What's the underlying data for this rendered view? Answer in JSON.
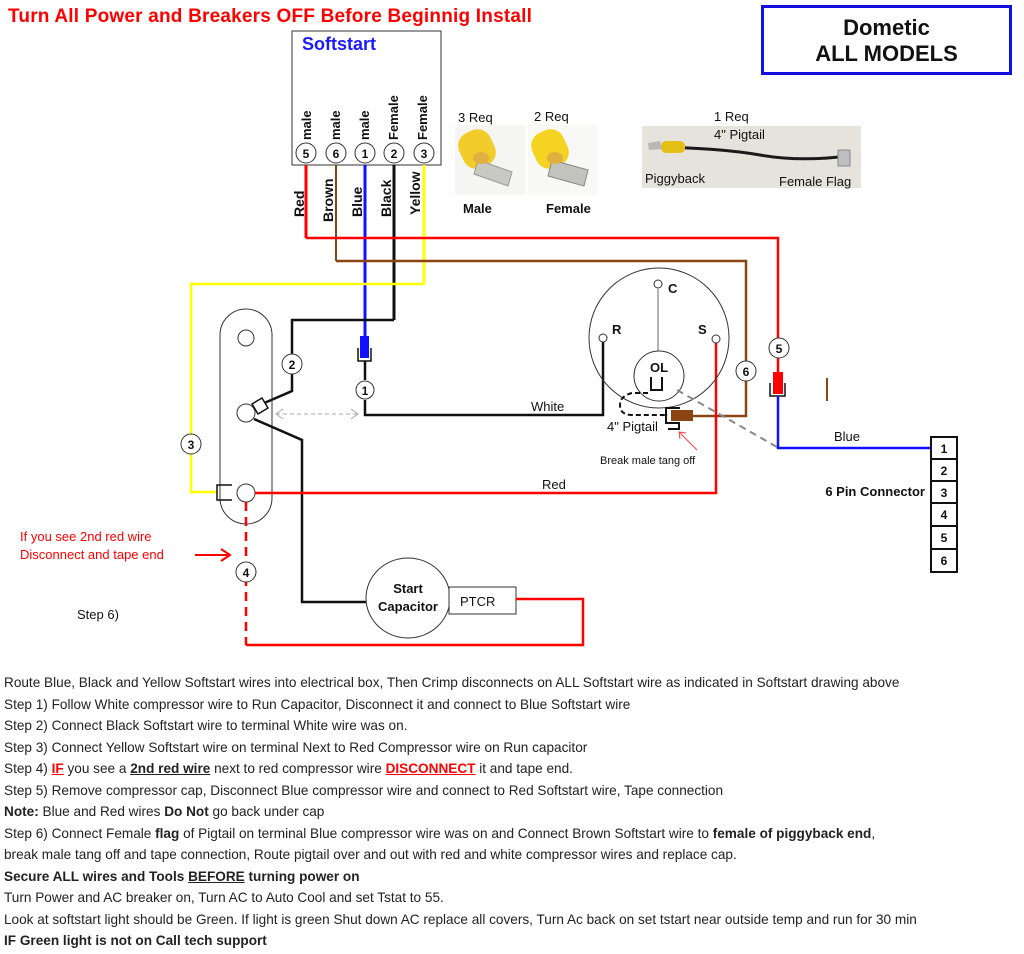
{
  "header": {
    "warning_title": "Turn All Power and Breakers OFF Before Beginnig Install",
    "brand_line1": "Dometic",
    "brand_line2": "ALL MODELS"
  },
  "softstart": {
    "title": "Softstart",
    "pins": [
      {
        "number": "5",
        "gender": "male",
        "wire": "Red",
        "color": "#ff0000"
      },
      {
        "number": "6",
        "gender": "male",
        "wire": "Brown",
        "color": "#8b4513"
      },
      {
        "number": "1",
        "gender": "male",
        "wire": "Blue",
        "color": "#1010ff"
      },
      {
        "number": "2",
        "gender": "Female",
        "wire": "Black",
        "color": "#111111"
      },
      {
        "number": "3",
        "gender": "Female",
        "wire": "Yellow",
        "color": "#ffff00"
      }
    ]
  },
  "parts": {
    "male_req": "3 Req",
    "male_label": "Male",
    "female_req": "2 Req",
    "female_label": "Female",
    "pigtail_req": "1 Req",
    "pigtail_title": "4\" Pigtail",
    "pigtail_left": "Piggyback",
    "pigtail_right": "Female Flag"
  },
  "diagram": {
    "compressor_terminals": [
      "C",
      "R",
      "S"
    ],
    "overload": "OL",
    "wire_white": "White",
    "wire_red": "Red",
    "wire_blue": "Blue",
    "pigtail_label": "4\" Pigtail",
    "break_note": "Break male tang off",
    "connector_title": "6 Pin Connector",
    "connector_pins": [
      "1",
      "2",
      "3",
      "4",
      "5",
      "6"
    ],
    "start_cap_line1": "Start",
    "start_cap_line2": "Capacitor",
    "ptcr": "PTCR",
    "second_red_note_1": "If you see 2nd red wire",
    "second_red_note_2": "Disconnect and tape end",
    "step6_label": "Step 6)",
    "callouts": [
      "1",
      "2",
      "3",
      "4",
      "5",
      "6"
    ]
  },
  "instructions": {
    "intro": "Route Blue, Black and Yellow Softstart wires into electrical box, Then Crimp disconnects on ALL Softstart wire as indicated in Softstart drawing above",
    "step1": "Step 1) Follow White compressor wire to Run Capacitor, Disconnect it and connect to Blue Softstart wire",
    "step2": "Step 2) Connect Black Softstart wire to terminal White wire was on.",
    "step3": "Step 3) Connect Yellow Softstart wire on terminal Next to Red Compressor wire on Run capacitor",
    "step4_a": "Step 4) ",
    "step4_if": "IF",
    "step4_b": " you see a ",
    "step4_red": "2nd red wire",
    "step4_c": " next to red compressor wire ",
    "step4_disc": "DISCONNECT",
    "step4_d": " it and tape end.",
    "step5": "Step 5) Remove compressor cap, Disconnect Blue compressor wire and connect to Red Softstart wire, Tape connection",
    "note_label": "Note:",
    "note_a": " Blue and Red wires ",
    "note_bold": "Do Not",
    "note_b": " go back under cap",
    "step6_a": "Step 6) Connect Female ",
    "step6_flag": "flag",
    "step6_b": " of Pigtail on terminal Blue compressor wire was on and Connect Brown Softstart wire  to ",
    "step6_bold": "female of piggyback end",
    "step6_c": ",",
    "step6_line2": "break male tang off and tape connection, Route pigtail over and out with red and white compressor wires and replace cap.",
    "secure_a": "Secure ALL wires and Tools ",
    "secure_u": "BEFORE",
    "secure_b": " turning power on",
    "power_on": "Turn Power and AC breaker on, Turn AC to Auto Cool and set Tstat to 55.",
    "look": "Look at softstart light should be Green. If light is green Shut down AC replace all covers, Turn Ac back on set tstart near outside temp and run for 30 min",
    "final": "IF Green light is not on Call tech support"
  }
}
